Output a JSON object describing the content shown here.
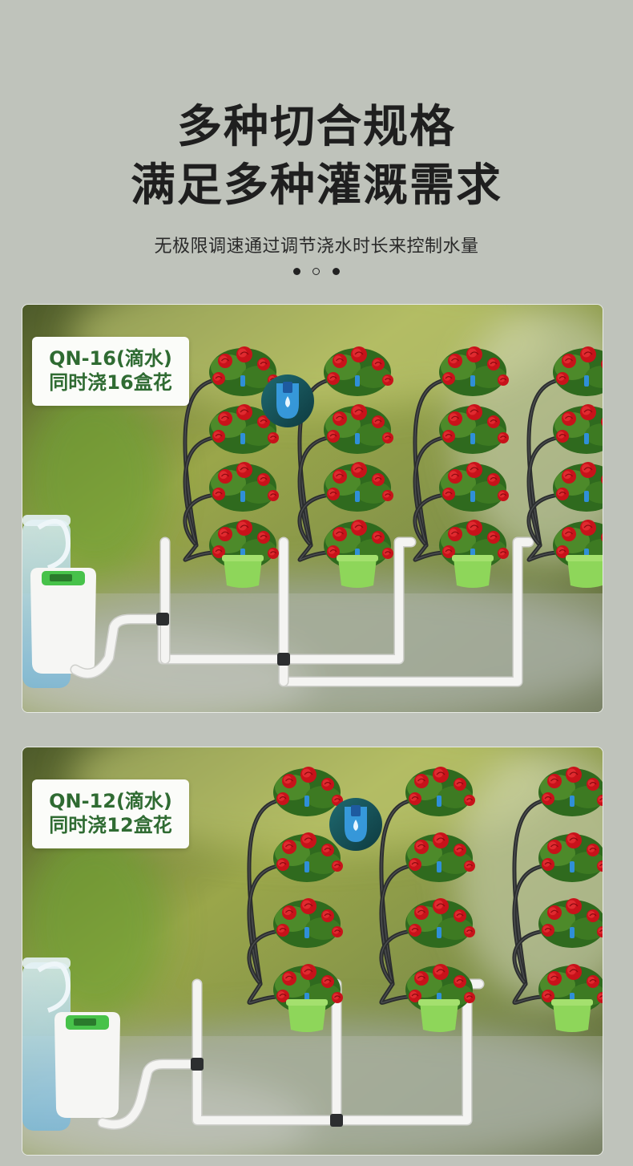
{
  "header": {
    "title_line1": "多种切合规格",
    "title_line2": "满足多种灌溉需求",
    "subtitle": "无极限调速通过调节浇水时长来控制水量",
    "pager_dots": [
      "filled",
      "hollow",
      "filled"
    ]
  },
  "panels": [
    {
      "model_label": "QN-16(滴水)",
      "capacity_label": "同时浇16盒花",
      "flower_towers": 4,
      "tiers_per_tower": 4
    },
    {
      "model_label": "QN-12(滴水)",
      "capacity_label": "同时浇12盒花",
      "flower_towers": 3,
      "tiers_per_tower": 4
    }
  ],
  "colors": {
    "page_background": "#bfc3bb",
    "headline_text": "#1f1f1f",
    "label_text": "#2f6b32",
    "label_background": "#fbfcf9",
    "rose_red": "#c8121a",
    "pot_green": "#8ed65a",
    "leaf_green": "#2f6a1e",
    "pump_accent": "#47c24a",
    "pipe_white": "#f4f4f2",
    "hose_dark": "#2b2d2e"
  }
}
